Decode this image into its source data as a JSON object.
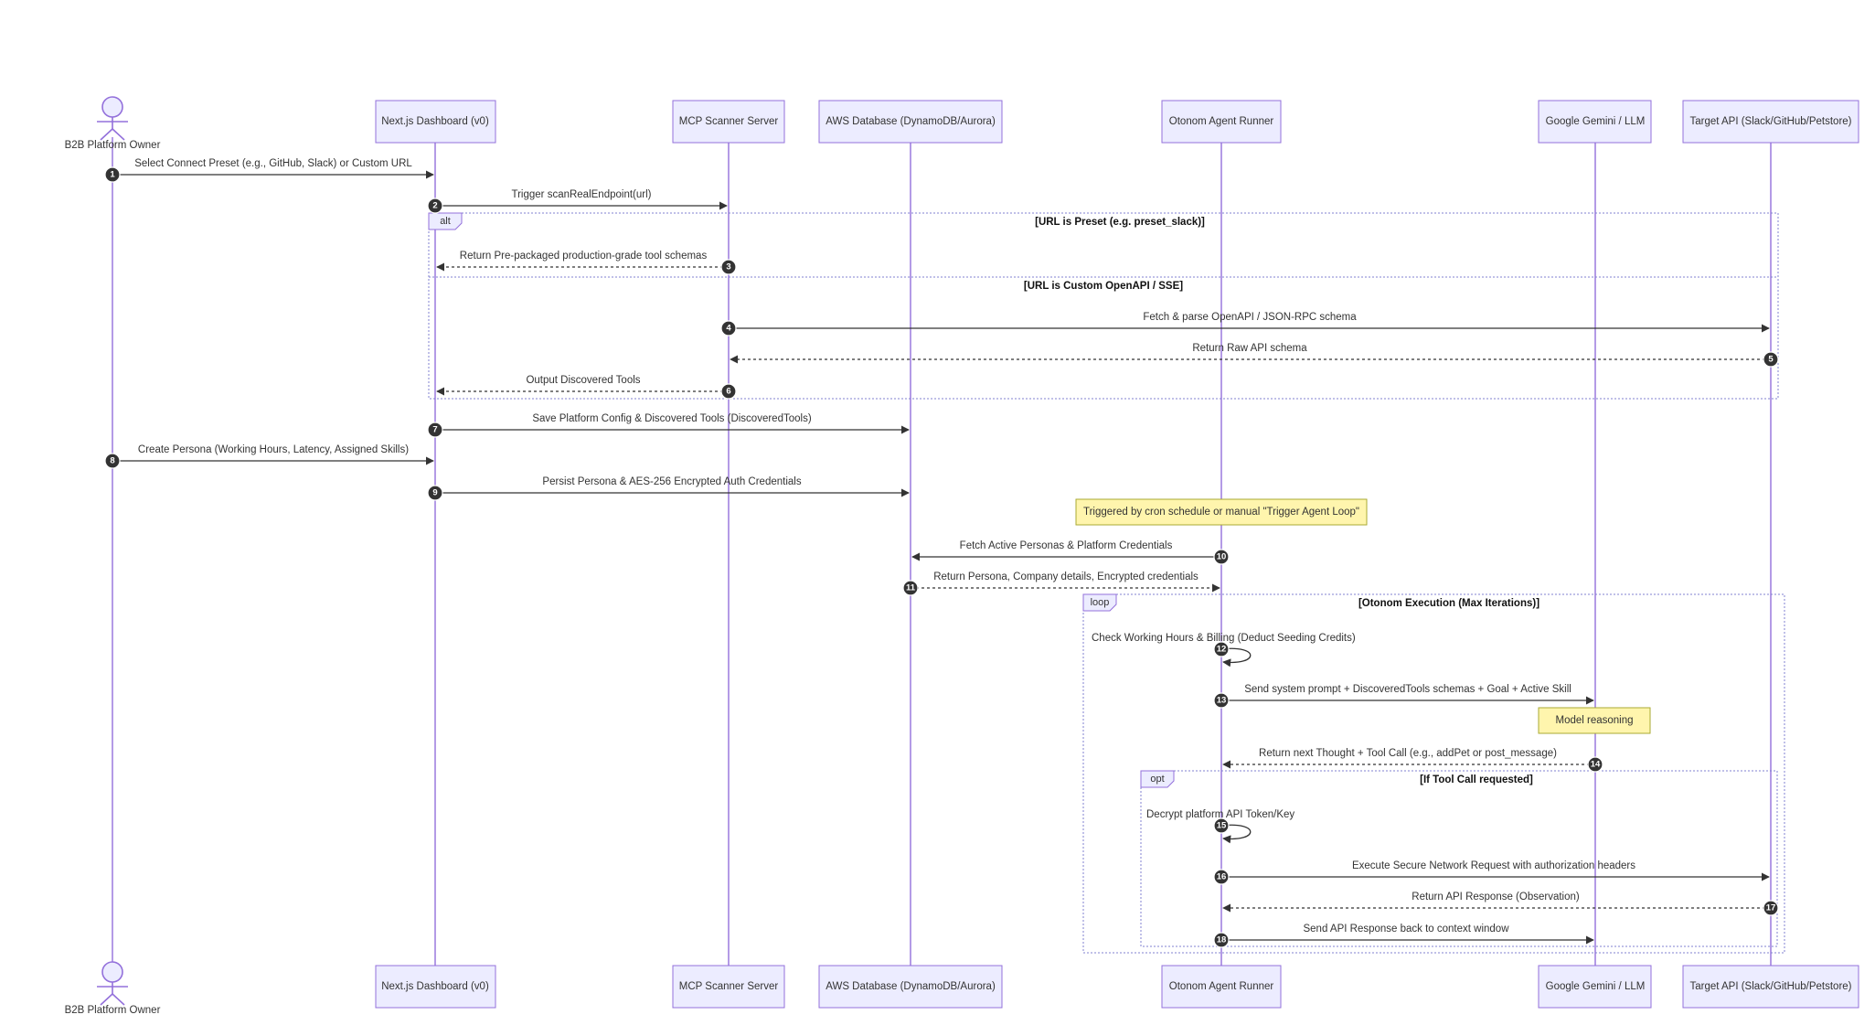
{
  "colors": {
    "actor_fill": "#ECECFF",
    "actor_stroke": "#9370DB",
    "note_fill": "#FFF5AD",
    "line": "#333333"
  },
  "participants": [
    {
      "id": "owner",
      "label": "B2B Platform Owner",
      "kind": "stick"
    },
    {
      "id": "dash",
      "label": "Next.js Dashboard (v0)",
      "kind": "box"
    },
    {
      "id": "mcp",
      "label": "MCP Scanner Server",
      "kind": "box"
    },
    {
      "id": "db",
      "label": "AWS Database (DynamoDB/Aurora)",
      "kind": "box"
    },
    {
      "id": "runner",
      "label": "Otonom Agent Runner",
      "kind": "box"
    },
    {
      "id": "llm",
      "label": "Google Gemini / LLM",
      "kind": "box"
    },
    {
      "id": "api",
      "label": "Target API (Slack/GitHub/Petstore)",
      "kind": "box"
    }
  ],
  "messages": [
    {
      "num": "1",
      "from": "owner",
      "to": "dash",
      "text": "Select Connect Preset (e.g., GitHub, Slack) or Custom URL",
      "dashed": false
    },
    {
      "num": "2",
      "from": "dash",
      "to": "mcp",
      "text": "Trigger scanRealEndpoint(url)",
      "dashed": false
    },
    {
      "num": "3",
      "from": "mcp",
      "to": "dash",
      "text": "Return Pre-packaged production-grade tool schemas",
      "dashed": true
    },
    {
      "num": "4",
      "from": "mcp",
      "to": "api",
      "text": "Fetch & parse OpenAPI / JSON-RPC schema",
      "dashed": false
    },
    {
      "num": "5",
      "from": "api",
      "to": "mcp",
      "text": "Return Raw API schema",
      "dashed": true
    },
    {
      "num": "6",
      "from": "mcp",
      "to": "dash",
      "text": "Output Discovered Tools",
      "dashed": true
    },
    {
      "num": "7",
      "from": "dash",
      "to": "db",
      "text": "Save Platform Config & Discovered Tools (DiscoveredTools)",
      "dashed": false
    },
    {
      "num": "8",
      "from": "owner",
      "to": "dash",
      "text": "Create Persona (Working Hours, Latency, Assigned Skills)",
      "dashed": false
    },
    {
      "num": "9",
      "from": "dash",
      "to": "db",
      "text": "Persist Persona & AES-256 Encrypted Auth Credentials",
      "dashed": false
    },
    {
      "num": "10",
      "from": "runner",
      "to": "db",
      "text": "Fetch Active Personas & Platform Credentials",
      "dashed": false
    },
    {
      "num": "11",
      "from": "db",
      "to": "runner",
      "text": "Return Persona, Company details, Encrypted credentials",
      "dashed": true
    },
    {
      "num": "12",
      "from": "runner",
      "to": "runner",
      "text": "Check Working Hours & Billing (Deduct Seeding Credits)",
      "dashed": false
    },
    {
      "num": "13",
      "from": "runner",
      "to": "llm",
      "text": "Send system prompt + DiscoveredTools schemas + Goal + Active Skill",
      "dashed": false
    },
    {
      "num": "14",
      "from": "llm",
      "to": "runner",
      "text": "Return next Thought + Tool Call (e.g., addPet or post_message)",
      "dashed": true
    },
    {
      "num": "15",
      "from": "runner",
      "to": "runner",
      "text": "Decrypt platform API Token/Key",
      "dashed": false
    },
    {
      "num": "16",
      "from": "runner",
      "to": "api",
      "text": "Execute Secure Network Request with authorization headers",
      "dashed": false
    },
    {
      "num": "17",
      "from": "api",
      "to": "runner",
      "text": "Return API Response (Observation)",
      "dashed": true
    },
    {
      "num": "18",
      "from": "runner",
      "to": "llm",
      "text": "Send API Response back to context window",
      "dashed": false
    }
  ],
  "frames": [
    {
      "type": "alt",
      "condition": "[URL is Preset (e.g. preset_slack)]",
      "else_condition": "[URL is Custom OpenAPI / SSE]"
    },
    {
      "type": "loop",
      "condition": "[Otonom Execution (Max Iterations)]"
    },
    {
      "type": "opt",
      "condition": "[If Tool Call requested]"
    }
  ],
  "notes": [
    {
      "text": "Triggered by cron schedule or manual \"Trigger Agent Loop\""
    },
    {
      "text": "Model reasoning"
    }
  ]
}
